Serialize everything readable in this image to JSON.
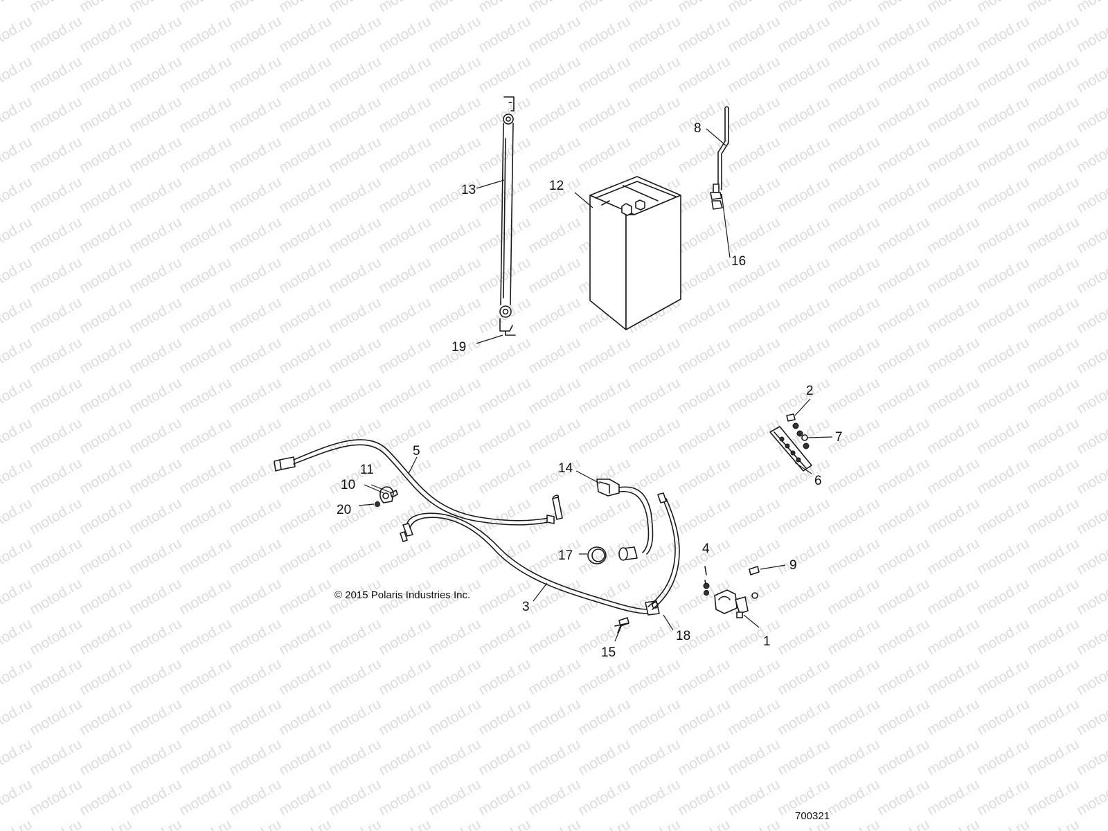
{
  "watermark": {
    "text": "motod.ru"
  },
  "copyright": "© 2015 Polaris Industries Inc.",
  "diagram_number": "700321",
  "callouts": {
    "c1": "1",
    "c2": "2",
    "c3": "3",
    "c4": "4",
    "c5": "5",
    "c6": "6",
    "c7": "7",
    "c8": "8",
    "c9": "9",
    "c10": "10",
    "c11": "11",
    "c12": "12",
    "c13": "13",
    "c14": "14",
    "c15": "15",
    "c16": "16",
    "c17": "17",
    "c18": "18",
    "c19": "19",
    "c20": "20"
  }
}
